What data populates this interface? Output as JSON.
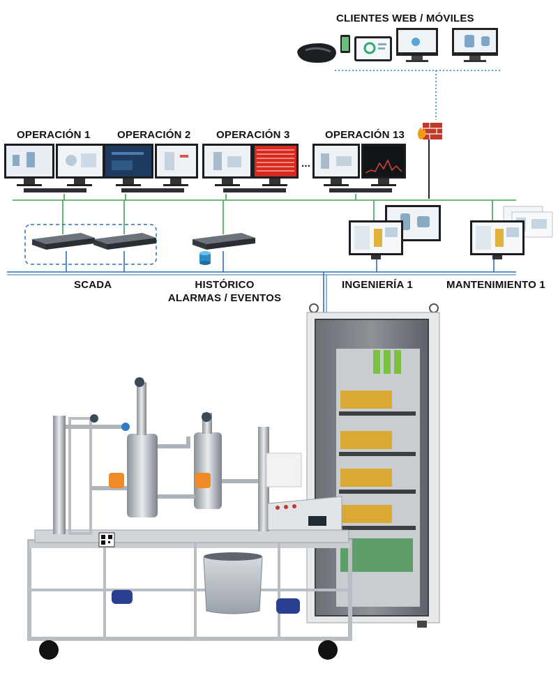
{
  "top": {
    "web_clients_label": "CLIENTES WEB / MÓVILES"
  },
  "operation_stations": [
    {
      "label": "OPERACIÓN 1"
    },
    {
      "label": "OPERACIÓN 2"
    },
    {
      "label": "OPERACIÓN 3"
    },
    {
      "label": "OPERACIÓN 13"
    }
  ],
  "ellipsis": "...",
  "servers": {
    "scada_label": "SCADA",
    "historian_label_line1": "HISTÓRICO",
    "historian_label_line2": "ALARMAS / EVENTOS"
  },
  "workstations": {
    "engineering_label": "INGENIERÍA 1",
    "maintenance_label": "MANTENIMIENTO 1"
  },
  "colors": {
    "operation_network": "#3aa34a",
    "server_network": "#2e6fb8",
    "web_link": "#5b9bd5",
    "firewall": "#c0392b"
  },
  "icons": [
    "vr-headset-icon",
    "phone-icon",
    "tablet-icon",
    "monitor-icon",
    "firewall-icon",
    "server-icon",
    "database-icon",
    "cabinet-icon",
    "process-plant-icon",
    "qr-code-icon"
  ]
}
